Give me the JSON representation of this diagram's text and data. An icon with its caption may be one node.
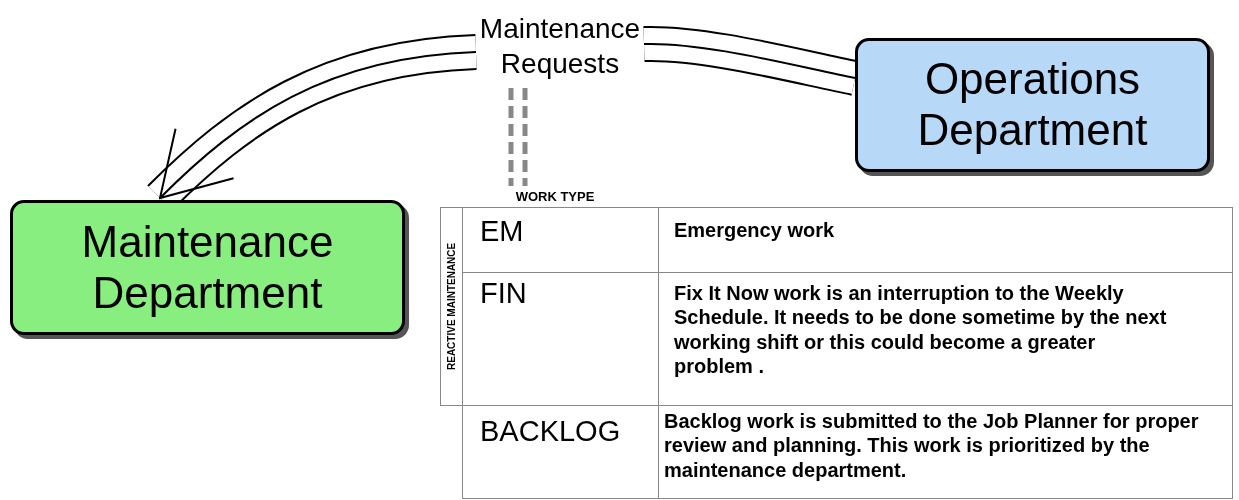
{
  "diagram": {
    "nodes": [
      {
        "text": [
          "Maintenance Requests"
        ]
      },
      {
        "text": [
          "Operations Department"
        ]
      },
      {
        "text": [
          "Maintenance Department"
        ]
      },
      {
        "text": [
          "WORK TYPE"
        ]
      }
    ],
    "edges": [
      {
        "from": 1,
        "to": 0,
        "arrow": "none"
      },
      {
        "from": 0,
        "to": 2,
        "arrow": "to"
      },
      {
        "from": 0,
        "to": 3,
        "arrow": "none",
        "style": "dashed",
        "color": "#888888"
      }
    ],
    "labels": [
      "REACTIVE MAINTENANCE",
      "EM",
      "Emergency work",
      "FIN",
      "Fix It Now work is an interruption to the Weekly Schedule. It needs to be done sometime by the next working shift or this could become a greater problem .",
      "BACKLOG",
      "Backlog work is submitted to the Job Planner for proper review and planning. This work is prioritized by the maintenance department."
    ]
  }
}
